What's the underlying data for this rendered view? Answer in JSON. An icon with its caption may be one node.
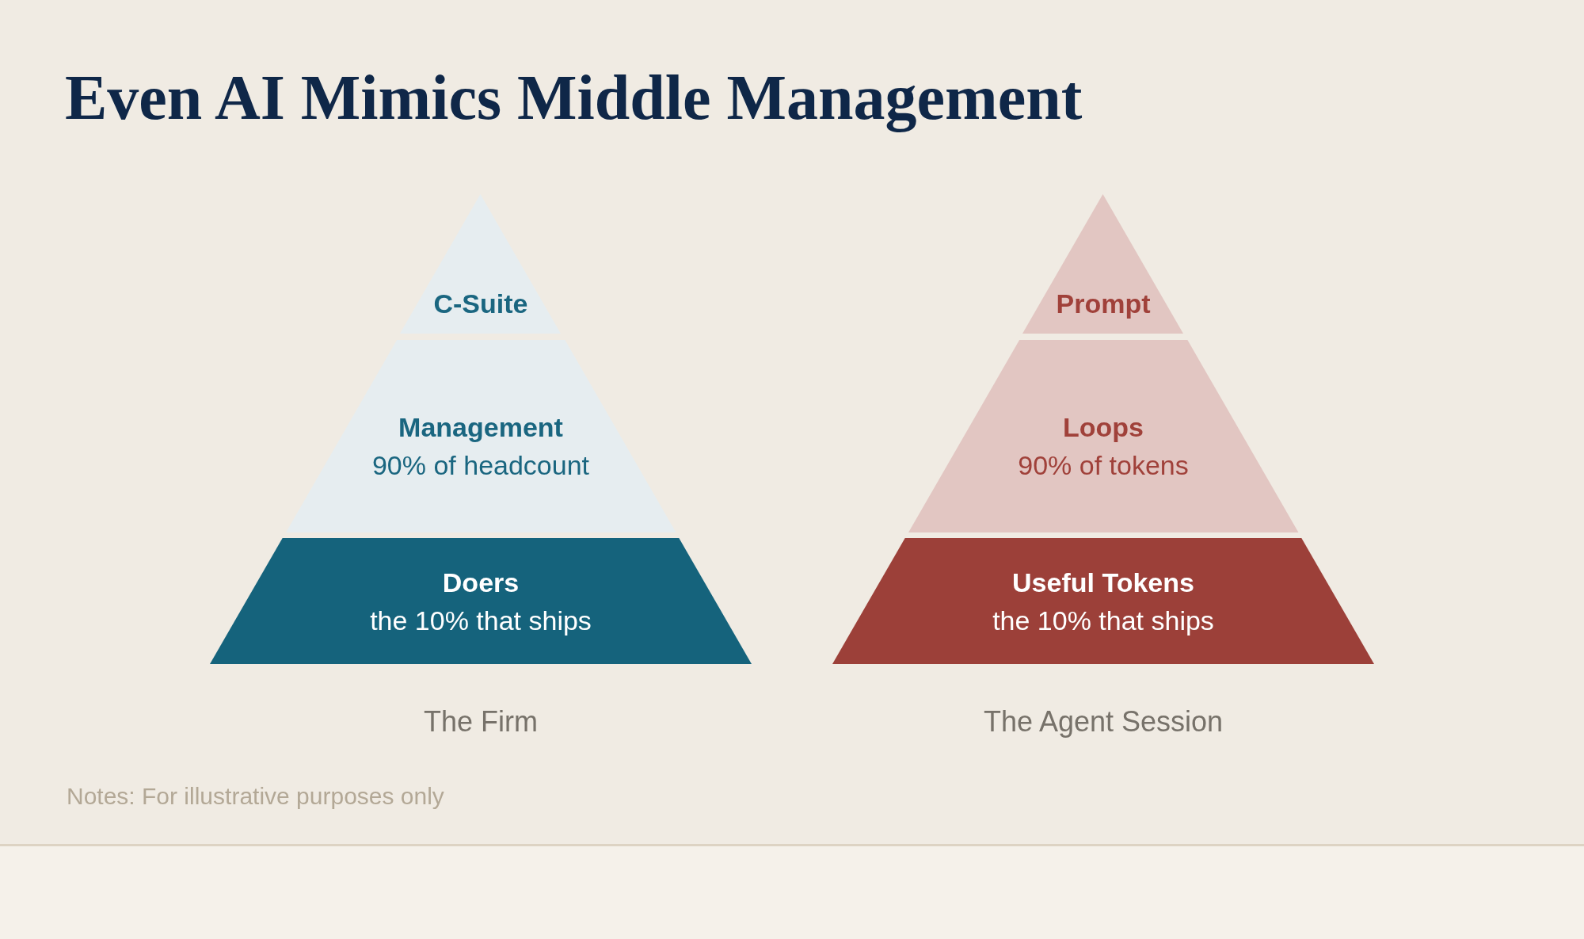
{
  "diagram": {
    "title": "Even AI Mimics Middle Management",
    "nodes": [
      {
        "text": [
          "C-Suite"
        ]
      },
      {
        "text": [
          "Management",
          "90% of headcount"
        ]
      },
      {
        "text": [
          "Doers",
          "the 10% that ships"
        ]
      },
      {
        "text": [
          "Prompt"
        ]
      },
      {
        "text": [
          "Loops",
          "90% of tokens"
        ]
      },
      {
        "text": [
          "Useful Tokens",
          "the 10% that ships"
        ]
      }
    ],
    "labels": [
      "The Firm",
      "The Agent Session",
      "Notes: For illustrative purposes only"
    ]
  }
}
